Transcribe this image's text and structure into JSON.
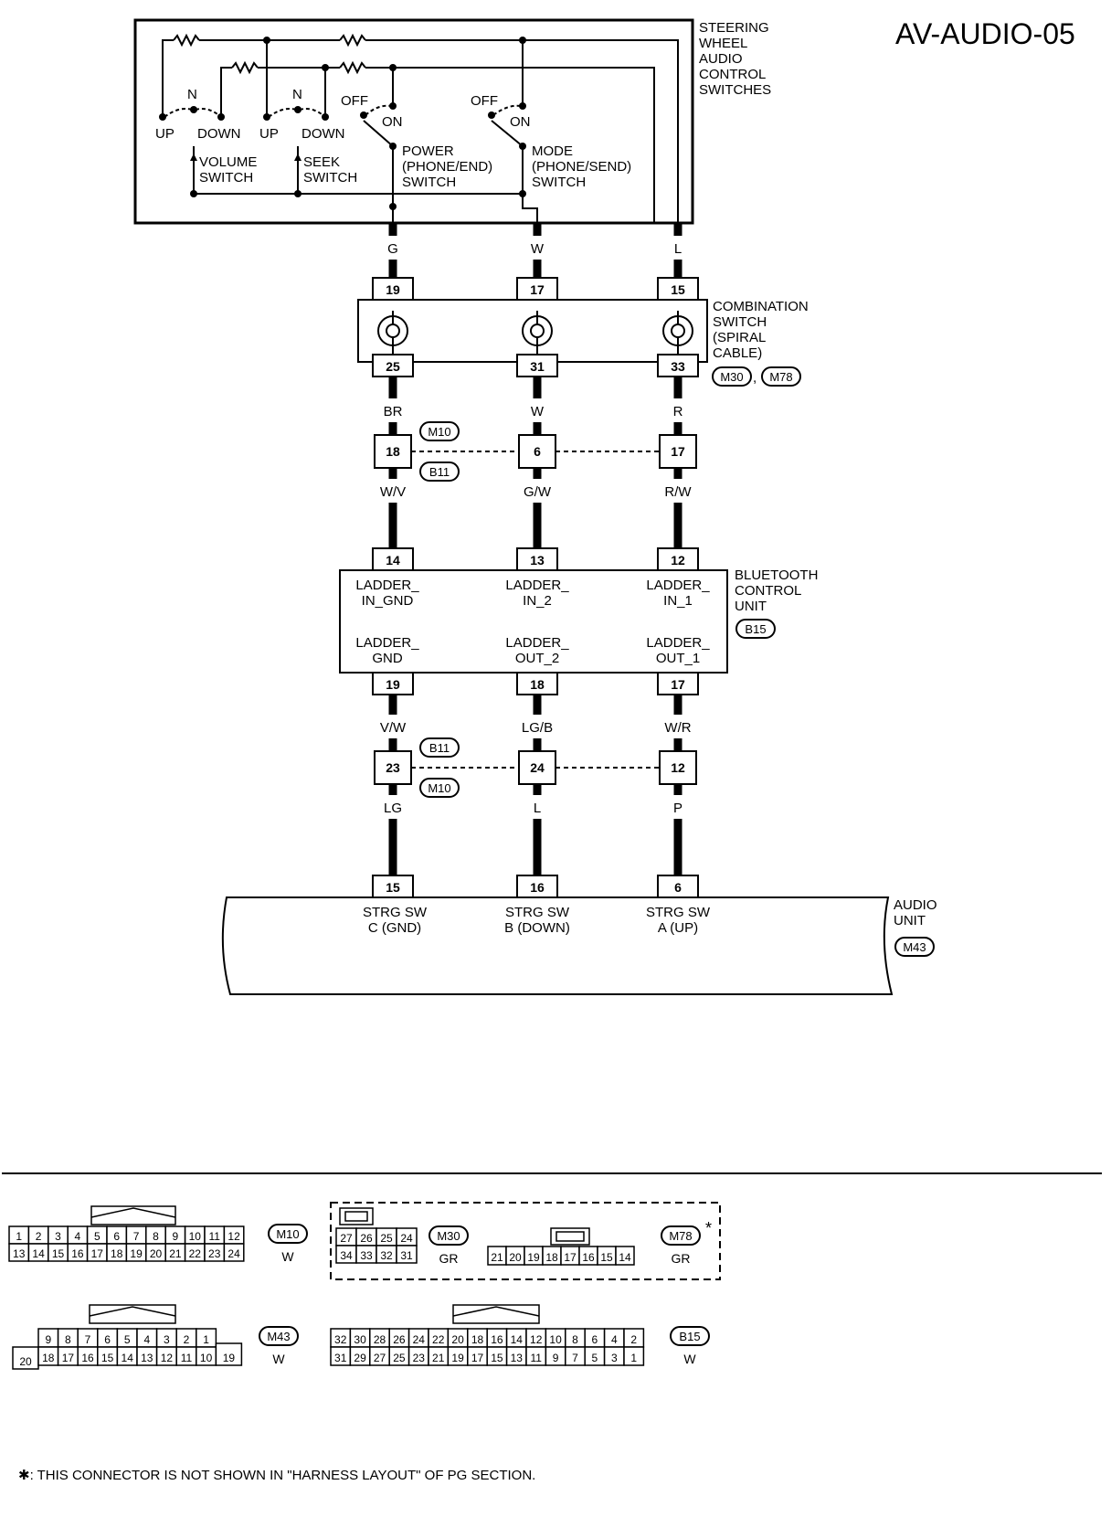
{
  "page": {
    "code": "AV-AUDIO-05"
  },
  "steering_switches": {
    "title": [
      "STEERING",
      "WHEEL",
      "AUDIO",
      "CONTROL",
      "SWITCHES"
    ],
    "volume": {
      "up": "UP",
      "n": "N",
      "down": "DOWN",
      "name": [
        "VOLUME",
        "SWITCH"
      ]
    },
    "seek": {
      "up": "UP",
      "n": "N",
      "down": "DOWN",
      "name": [
        "SEEK",
        "SWITCH"
      ]
    },
    "power": {
      "off": "OFF",
      "on": "ON",
      "name": [
        "POWER",
        "(PHONE/END)",
        "SWITCH"
      ]
    },
    "mode": {
      "off": "OFF",
      "on": "ON",
      "name": [
        "MODE",
        "(PHONE/SEND)",
        "SWITCH"
      ]
    }
  },
  "wires": {
    "top": [
      "G",
      "W",
      "L"
    ],
    "spiral_out": [
      "BR",
      "W",
      "R"
    ],
    "m10_out": [
      "W/V",
      "G/W",
      "R/W"
    ],
    "bt_out": [
      "V/W",
      "LG/B",
      "W/R"
    ],
    "b11_out": [
      "LG",
      "L",
      "P"
    ]
  },
  "combination_switch": {
    "label": [
      "COMBINATION",
      "SWITCH",
      "(SPIRAL",
      "CABLE)"
    ],
    "connectors": [
      "M30",
      "M78"
    ],
    "pins_top": [
      "19",
      "17",
      "15"
    ],
    "pins_bottom": [
      "25",
      "31",
      "33"
    ]
  },
  "joint1": {
    "upper": "M10",
    "lower": "B11",
    "pins": [
      "18",
      "6",
      "17"
    ]
  },
  "bluetooth": {
    "label": [
      "BLUETOOTH",
      "CONTROL",
      "UNIT"
    ],
    "connector": "B15",
    "pins_top": [
      "14",
      "13",
      "12"
    ],
    "pins_bottom": [
      "19",
      "18",
      "17"
    ],
    "in_labels": [
      [
        "LADDER_",
        "IN_GND"
      ],
      [
        "LADDER_",
        "IN_2"
      ],
      [
        "LADDER_",
        "IN_1"
      ]
    ],
    "out_labels": [
      [
        "LADDER_",
        "GND"
      ],
      [
        "LADDER_",
        "OUT_2"
      ],
      [
        "LADDER_",
        "OUT_1"
      ]
    ]
  },
  "joint2": {
    "upper": "B11",
    "lower": "M10",
    "pins": [
      "23",
      "24",
      "12"
    ]
  },
  "audio_unit": {
    "label": [
      "AUDIO",
      "UNIT"
    ],
    "connector": "M43",
    "pins": [
      "15",
      "16",
      "6"
    ],
    "terminals": [
      [
        "STRG SW",
        "C (GND)"
      ],
      [
        "STRG SW",
        "B (DOWN)"
      ],
      [
        "STRG SW",
        "A (UP)"
      ]
    ]
  },
  "connector_views": {
    "m10": {
      "id": "M10",
      "color": "W",
      "row1": [
        "1",
        "2",
        "3",
        "4",
        "5",
        "6",
        "7",
        "8",
        "9",
        "10",
        "11",
        "12"
      ],
      "row2": [
        "13",
        "14",
        "15",
        "16",
        "17",
        "18",
        "19",
        "20",
        "21",
        "22",
        "23",
        "24"
      ]
    },
    "m30": {
      "id": "M30",
      "color": "GR",
      "row1": [
        "27",
        "26",
        "25",
        "24"
      ],
      "row2": [
        "34",
        "33",
        "32",
        "31"
      ]
    },
    "m78": {
      "id": "M78",
      "color": "GR",
      "star": "*",
      "row": [
        "21",
        "20",
        "19",
        "18",
        "17",
        "16",
        "15",
        "14"
      ]
    },
    "m43": {
      "id": "M43",
      "color": "W",
      "row1": [
        "9",
        "8",
        "7",
        "6",
        "5",
        "4",
        "3",
        "2",
        "1"
      ],
      "row2": [
        "18",
        "17",
        "16",
        "15",
        "14",
        "13",
        "12",
        "11",
        "10"
      ],
      "left": "20",
      "right": "19"
    },
    "b15": {
      "id": "B15",
      "color": "W",
      "row1": [
        "32",
        "30",
        "28",
        "26",
        "24",
        "22",
        "20",
        "18",
        "16",
        "14",
        "12",
        "10",
        "8",
        "6",
        "4",
        "2"
      ],
      "row2": [
        "31",
        "29",
        "27",
        "25",
        "23",
        "21",
        "19",
        "17",
        "15",
        "13",
        "11",
        "9",
        "7",
        "5",
        "3",
        "1"
      ]
    }
  },
  "footnote": "✱: THIS CONNECTOR IS NOT SHOWN IN \"HARNESS LAYOUT\" OF PG SECTION."
}
